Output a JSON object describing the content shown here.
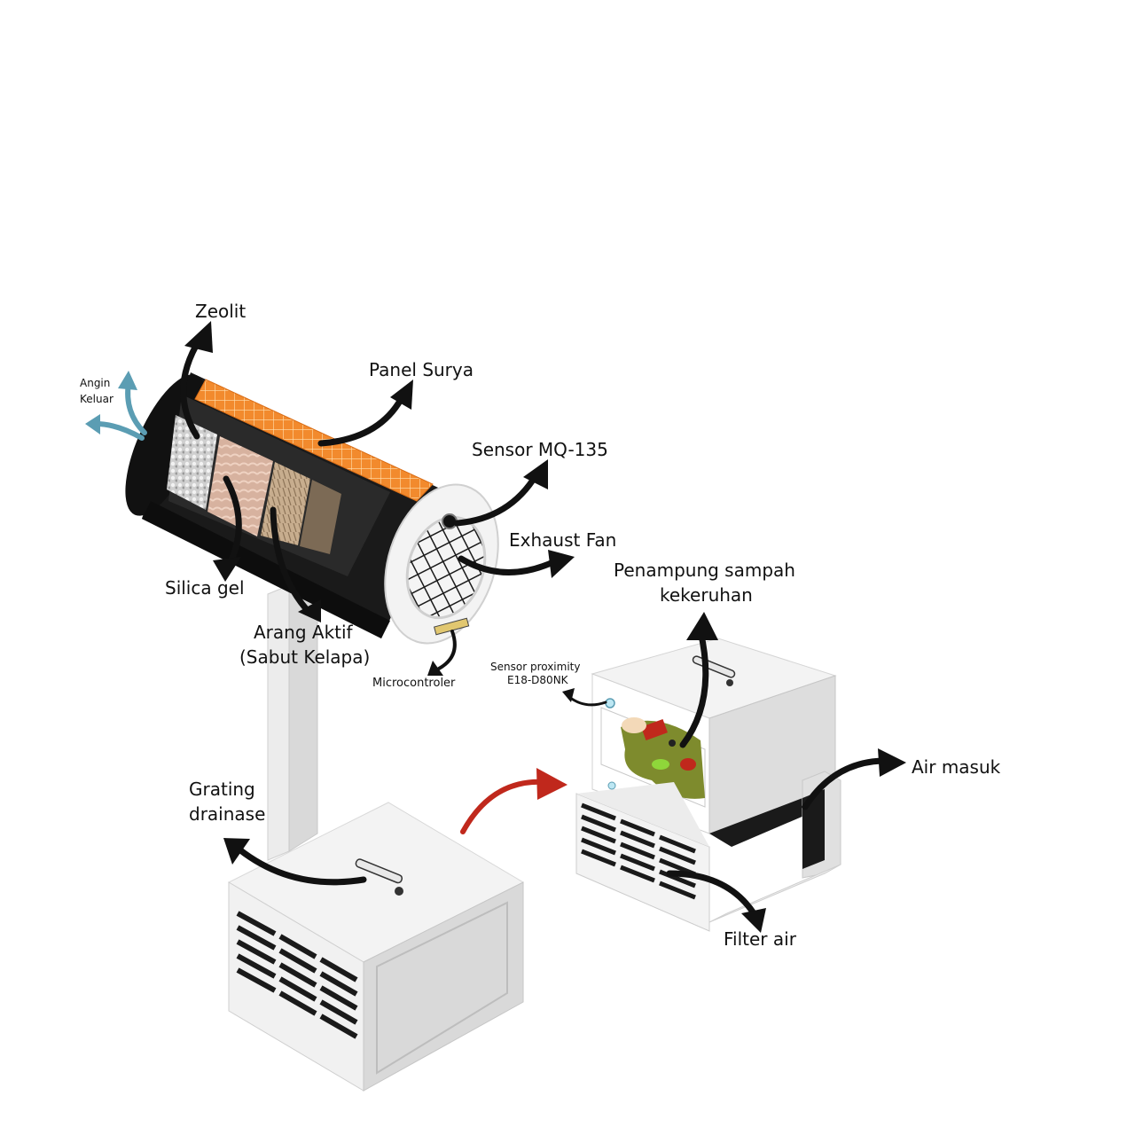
{
  "labels": {
    "zeolit": "Zeolit",
    "angin_keluar_1": "Angin",
    "angin_keluar_2": "Keluar",
    "panel_surya": "Panel Surya",
    "sensor_mq135": "Sensor MQ-135",
    "exhaust_fan": "Exhaust Fan",
    "silica_gel": "Silica gel",
    "arang_aktif_1": "Arang Aktif",
    "arang_aktif_2": "(Sabut Kelapa)",
    "microcontroler": "Microcontroler",
    "sensor_proximity_1": "Sensor proximity",
    "sensor_proximity_2": "E18-D80NK",
    "penampung_1": "Penampung sampah",
    "penampung_2": "kekeruhan",
    "air_masuk": "Air masuk",
    "grating_1": "Grating",
    "grating_2": "drainase",
    "filter_air": "Filter air"
  },
  "colors": {
    "arrow": "#111111",
    "arrow_out": "#5b9db3",
    "arrow_red": "#c0281c",
    "panel_orange": "#f08a2a",
    "cylinder_dark": "#1a1a1a",
    "box_light": "#e6e6e6"
  }
}
